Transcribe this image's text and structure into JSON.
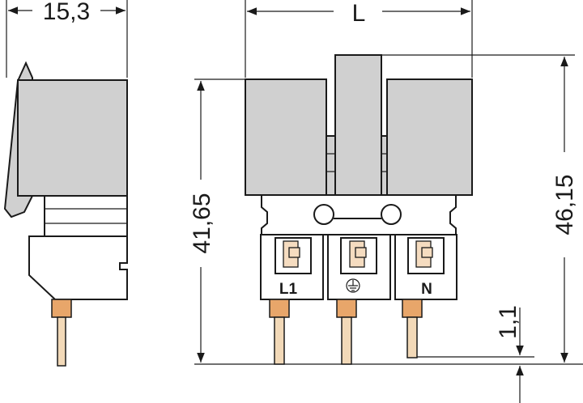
{
  "dimensions": {
    "depth": "15,3",
    "pitch_length": "L",
    "height_body": "41,65",
    "height_total": "46,15",
    "pin_offset": "1,1"
  },
  "terminals": [
    {
      "label": "L1"
    },
    {
      "label": ""
    },
    {
      "label": "N"
    }
  ],
  "icons": {
    "ground": "ground-symbol-icon"
  },
  "colors": {
    "housing": "#d0d0d0",
    "pin": "#f2d9b8",
    "pin_collar": "#e8a66a",
    "outline": "#1a1a1a"
  }
}
